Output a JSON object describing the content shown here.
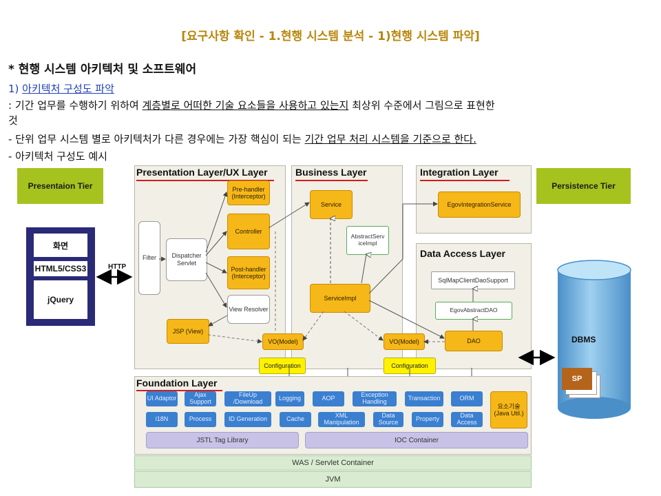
{
  "header": {
    "title": "[요구사항 확인 - 1.현행 시스템 분석 - 1)현행 시스템 파악]",
    "heading": "* 현행 시스템 아키텍처 및 소프트웨어",
    "sub_prefix": "1) ",
    "sub_link": "아키텍처 구성도 파악",
    "desc1_a": ": 기간 업무를 수행하기 위하여 ",
    "desc1_u": "계층별로 어떠한 기술 요소들을 사용하고 있는지",
    "desc1_b": " 최상위 수준에서 그림으로 표현한",
    "desc1_c": "것",
    "desc2_a": "- 단위 업무 시스템 별로 아키텍처가 다른 경우에는 가장 핵심이 되는 ",
    "desc2_u": "기간 업무 처리 시스템을 기준으로 한다.",
    "desc3": "- 아키텍처 구성도 예시"
  },
  "diagram": {
    "tiers": {
      "presentation": "Presentaion Tier",
      "persistence": "Persistence Tier"
    },
    "client": {
      "screen": "화면",
      "html": "HTML5/CSS3",
      "jquery": "jQuery",
      "http": "HTTP"
    },
    "layers": {
      "presentation": "Presentation Layer/UX Layer",
      "business": "Business Layer",
      "integration": "Integration Layer",
      "data_access": "Data Access Layer",
      "foundation": "Foundation Layer"
    },
    "presentation": {
      "filter": "Filter",
      "dispatcher": "Dispatcher Servlet",
      "prehandler": "Pre-handler (Interceptor)",
      "controller": "Controller",
      "posthandler": "Post-handler (Interceptor)",
      "viewresolver": "View Resolver",
      "jsp": "JSP (View)",
      "vo_model": "VO(Model)",
      "configuration": "Configuration"
    },
    "business": {
      "service": "Service",
      "abstract_service": "AbstractServ iceImpl",
      "service_impl": "ServiceImpl",
      "vo_model": "VO(Model)",
      "configuration": "Configuration"
    },
    "integration": {
      "egov_integration": "EgovIntegrationService"
    },
    "data_access": {
      "sqlmap": "SqlMapClientDaoSupport",
      "egov_abstract_dao": "EgovAbstractDAO",
      "dao": "DAO"
    },
    "foundation": {
      "row1": [
        "UI Adaptor",
        "Ajax Support",
        "FileUp /Download",
        "Logging",
        "AOP",
        "Exception Handling",
        "Transaction",
        "ORM"
      ],
      "row2": [
        "i18N",
        "Process",
        "ID Generation",
        "Cache",
        "XML Manipulation",
        "Data Source",
        "Property",
        "Data Access"
      ],
      "element_tech": "요소기술 (Java Util.)",
      "jstl": "JSTL Tag Library",
      "ioc": "IOC Container"
    },
    "was": "WAS / Servlet Container",
    "jvm": "JVM",
    "dbms": "DBMS",
    "sp": "SP",
    "colors": {
      "tier_green": "#a6c21e",
      "component_orange": "#f6b719",
      "config_yellow": "#fff200",
      "foundation_blue": "#3a7fd0",
      "client_navy": "#2a2a78",
      "underline_red": "#d21c1c"
    }
  }
}
